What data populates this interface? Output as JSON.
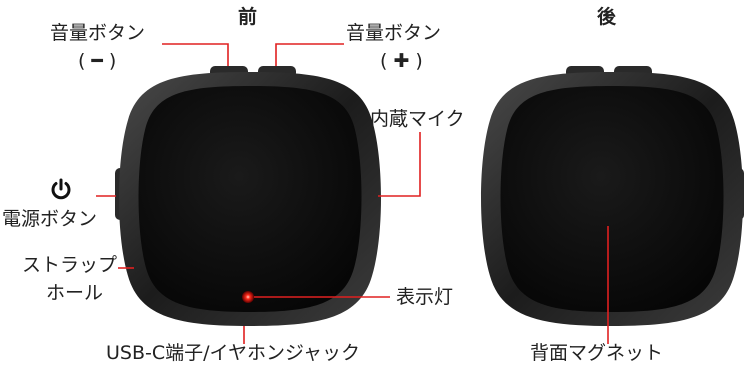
{
  "views": {
    "front": "前",
    "back": "後"
  },
  "labels": {
    "volume_down": "音量ボタン",
    "volume_down_symbol": "(  ━  )",
    "volume_up": "音量ボタン",
    "volume_up_symbol": "(  ✚  )",
    "mic": "内蔵マイク",
    "power": "電源ボタン",
    "strap_line1": "ストラップ",
    "strap_line2": "ホール",
    "led": "表示灯",
    "usbc": "USB-C端子/イヤホンジャック",
    "magnet": "背面マグネット"
  },
  "icons": {
    "power": "power-icon"
  },
  "colors": {
    "leader_line": "#e02020",
    "device_body": "#111111",
    "device_rim": "#3a3a3a",
    "led": "#ff2a1a",
    "text": "#222222"
  }
}
